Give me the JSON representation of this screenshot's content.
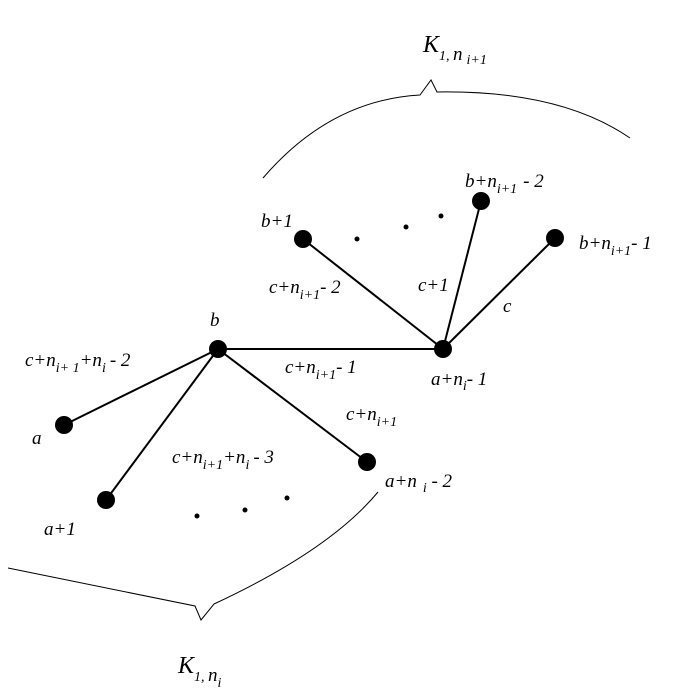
{
  "star_top": {
    "name_base": "K",
    "name_sub_1": "1, ",
    "name_var": "n",
    "name_sub_2": "i+1"
  },
  "star_bottom": {
    "name_base": "K",
    "name_sub_1": "1, ",
    "name_var": "n",
    "name_sub_2": "i"
  },
  "vertices": {
    "b": "b",
    "b_plus_1": "b+1",
    "b_ni1_minus_2": {
      "base": "b+n",
      "sub": "i+1",
      "tail": "- 2"
    },
    "b_ni1_minus_1": {
      "base": "b+n",
      "sub": "i+1",
      "tail": "- 1"
    },
    "a_ni_minus_1": {
      "base": "a+n",
      "sub": "i",
      "tail": "- 1"
    },
    "a": "a",
    "a_plus_1": "a+1",
    "a_ni_minus_2": {
      "base": "a+n",
      "sub": "i",
      "tail": " - 2"
    }
  },
  "edges": {
    "c": "c",
    "c_plus_1": "c+1",
    "c_ni1_minus_2": {
      "base": "c+n",
      "sub": "i+1",
      "tail": "- 2"
    },
    "c_ni1_minus_1": {
      "base": "c+n",
      "sub": "i+1",
      "tail": "- 1"
    },
    "c_ni1": {
      "base": "c+n",
      "sub": "i+1"
    },
    "c_ni1_ni_minus_2": {
      "base": "c+n",
      "sub1": "i+ 1",
      "mid": "+n",
      "sub2": "i",
      "tail": "- 2"
    },
    "c_ni1_ni_minus_3": {
      "base": "c+n",
      "sub1": "i+1",
      "mid": "+n",
      "sub2": "i",
      "tail": "- 3"
    }
  },
  "ellipsis_marks": [
    "·",
    "·",
    "·"
  ]
}
